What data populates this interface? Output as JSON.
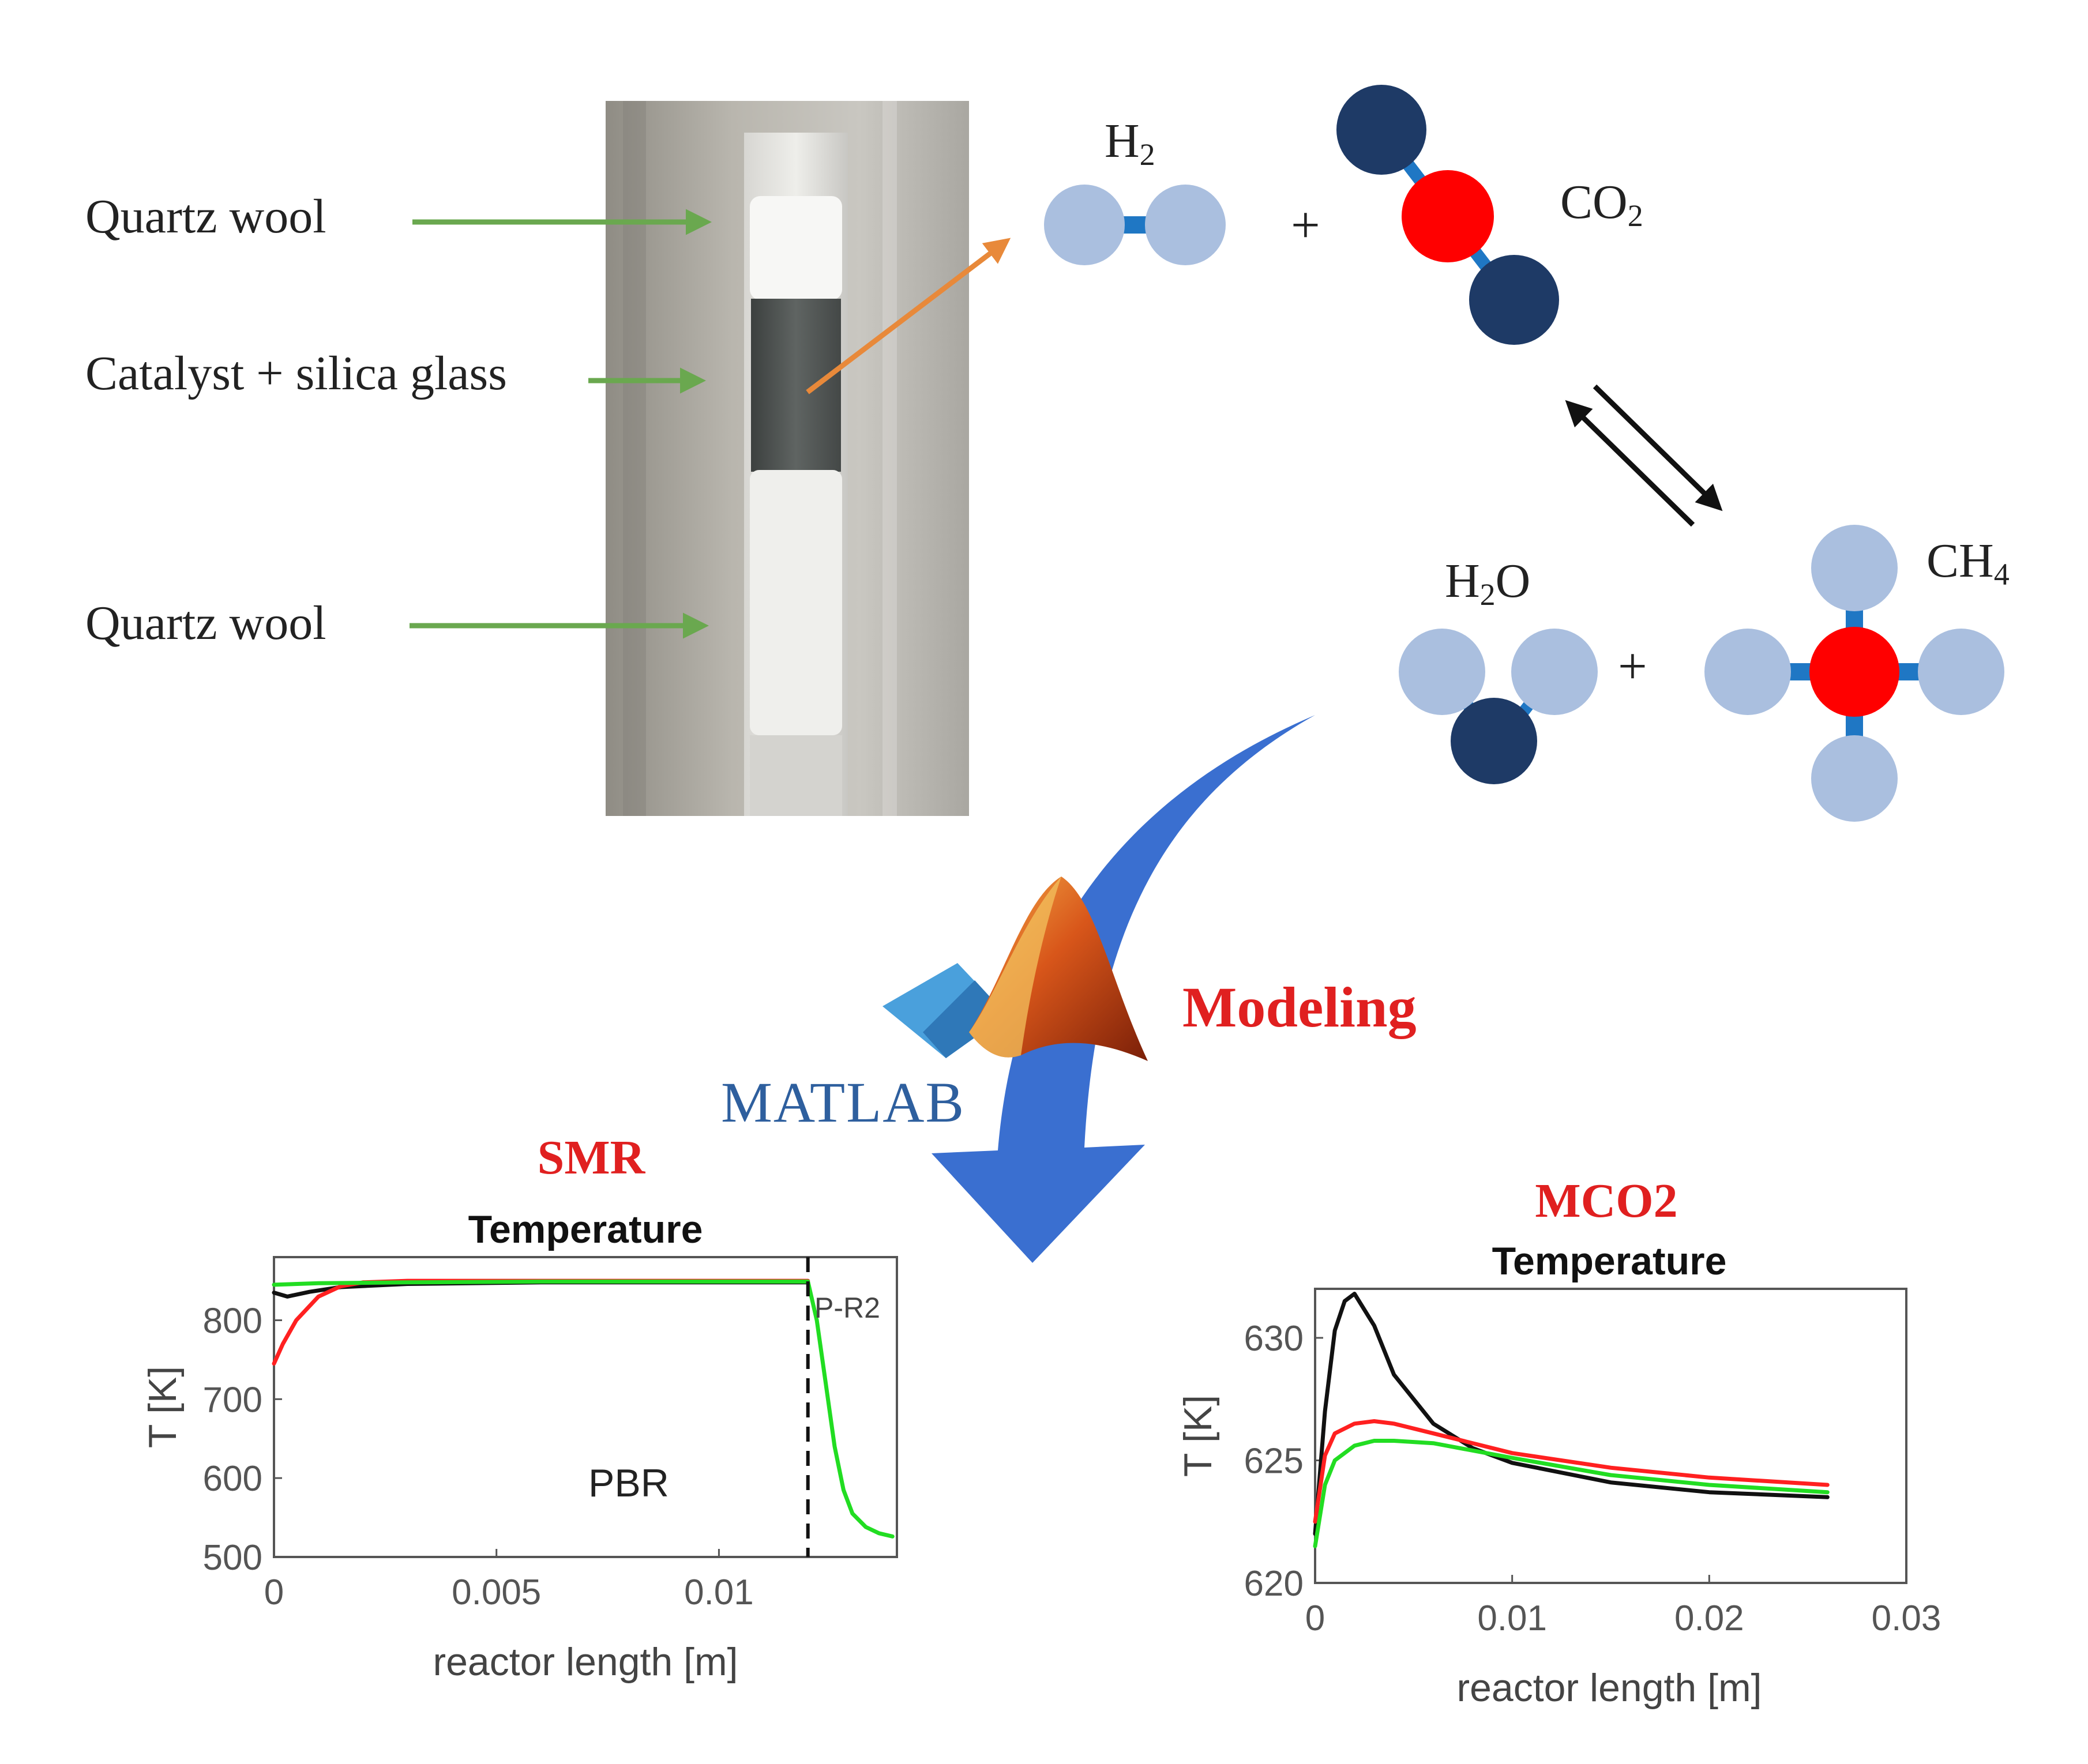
{
  "photo_labels": {
    "top": "Quartz wool",
    "middle": "Catalyst + silica glass",
    "bottom": "Quartz wool"
  },
  "reaction": {
    "h2": "H",
    "h2_sub": "2",
    "co2": "CO",
    "co2_sub": "2",
    "h2o_a": "H",
    "h2o_sub": "2",
    "h2o_b": "O",
    "ch4": "CH",
    "ch4_sub": "4",
    "plus": "+"
  },
  "modeling": {
    "label": "Modeling",
    "matlab_word": "MATLAB"
  },
  "colors": {
    "arrow_green": "#6aa84f",
    "arrow_orange": "#e8893a",
    "hydrogen": "#aabfdf",
    "oxygen": "#1e3a66",
    "carbon": "#ff0000",
    "bond": "#1f77c4",
    "modeling_red": "#e02020",
    "flow_blue": "#3a6fd0",
    "series_black": "#111111",
    "series_red": "#ff2020",
    "series_green": "#22dd22"
  },
  "chart_data": [
    {
      "type": "line",
      "heading": "SMR",
      "title": "Temperature",
      "xlabel": "reactor length [m]",
      "ylabel": "T [K]",
      "xlim": [
        0,
        0.014
      ],
      "ylim": [
        500,
        880
      ],
      "xticks": [
        0,
        0.005,
        0.01
      ],
      "xtick_labels": [
        "0",
        "0.005",
        "0.01"
      ],
      "yticks": [
        500,
        600,
        700,
        800
      ],
      "ytick_labels": [
        "500",
        "600",
        "700",
        "800"
      ],
      "annotations": {
        "left_region": "PBR",
        "right_region": "P-R2",
        "divider_x": 0.012
      },
      "series": [
        {
          "color": "#111111",
          "x": [
            0,
            0.0003,
            0.0008,
            0.0015,
            0.003,
            0.006,
            0.009,
            0.012
          ],
          "values": [
            835,
            830,
            836,
            842,
            846,
            848,
            848,
            848
          ]
        },
        {
          "color": "#ff2020",
          "x": [
            0,
            0.0002,
            0.0005,
            0.001,
            0.0015,
            0.002,
            0.003,
            0.006,
            0.009,
            0.012
          ],
          "values": [
            745,
            770,
            800,
            830,
            843,
            848,
            850,
            850,
            850,
            850
          ]
        },
        {
          "color": "#22dd22",
          "x": [
            0,
            0.001,
            0.003,
            0.006,
            0.009,
            0.012,
            0.0122,
            0.0124,
            0.0126,
            0.0128,
            0.013,
            0.0133,
            0.0136,
            0.0139
          ],
          "values": [
            845,
            847,
            848,
            849,
            849,
            849,
            800,
            720,
            640,
            585,
            555,
            538,
            530,
            526
          ]
        }
      ]
    },
    {
      "type": "line",
      "heading": "MCO2",
      "title": "Temperature",
      "xlabel": "reactor length [m]",
      "ylabel": "T [K]",
      "xlim": [
        0,
        0.03
      ],
      "ylim": [
        620,
        632
      ],
      "xticks": [
        0,
        0.01,
        0.02,
        0.03
      ],
      "xtick_labels": [
        "0",
        "0.01",
        "0.02",
        "0.03"
      ],
      "yticks": [
        620,
        625,
        630
      ],
      "ytick_labels": [
        "620",
        "625",
        "630"
      ],
      "series": [
        {
          "color": "#111111",
          "x": [
            0,
            0.0005,
            0.001,
            0.0015,
            0.002,
            0.003,
            0.004,
            0.006,
            0.008,
            0.01,
            0.015,
            0.02,
            0.026
          ],
          "values": [
            622,
            627,
            630.3,
            631.5,
            631.8,
            630.5,
            628.5,
            626.5,
            625.5,
            624.9,
            624.1,
            623.7,
            623.5
          ]
        },
        {
          "color": "#ff2020",
          "x": [
            0,
            0.0005,
            0.001,
            0.002,
            0.003,
            0.004,
            0.006,
            0.01,
            0.015,
            0.02,
            0.026
          ],
          "values": [
            622.5,
            625.2,
            626.1,
            626.5,
            626.6,
            626.5,
            626.1,
            625.3,
            624.7,
            624.3,
            624.0
          ]
        },
        {
          "color": "#22dd22",
          "x": [
            0,
            0.0005,
            0.001,
            0.002,
            0.003,
            0.004,
            0.006,
            0.01,
            0.015,
            0.02,
            0.026
          ],
          "values": [
            621.5,
            624.0,
            625.0,
            625.6,
            625.8,
            625.8,
            625.7,
            625.1,
            624.4,
            624.0,
            623.7
          ]
        }
      ]
    }
  ]
}
